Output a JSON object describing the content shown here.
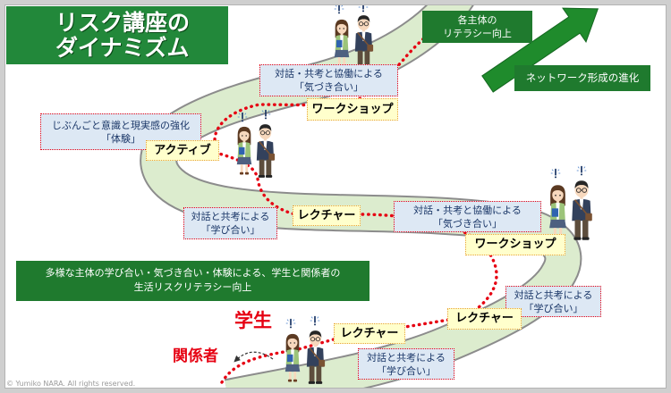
{
  "title": {
    "line1": "リスク講座の",
    "line2": "ダイナミズム"
  },
  "goal": {
    "line1": "各主体の",
    "line2": "リテラシー向上"
  },
  "network": {
    "label": "ネットワーク形成の進化"
  },
  "summary": {
    "line1": "多様な主体の学び合い・気づき合い・体験による、学生と関係者の",
    "line2": "生活リスクリテラシー向上"
  },
  "stages": [
    {
      "label": "レクチャー",
      "note_line1": "対話と共考による",
      "note_line2": "「学び合い」"
    },
    {
      "label": "レクチャー",
      "note_line1": "対話と共考による",
      "note_line2": "「学び合い」"
    },
    {
      "label": "ワークショップ",
      "note_line1": "対話・共考と協働による",
      "note_line2": "「気づき合い」"
    },
    {
      "label": "レクチャー",
      "note_line1": "対話と共考による",
      "note_line2": "「学び合い」"
    },
    {
      "label": "アクティブ",
      "note_line1": "じぶんごと意識と現実感の強化",
      "note_line2": "「体験」"
    },
    {
      "label": "ワークショップ",
      "note_line1": "対話・共考と協働による",
      "note_line2": "「気づき合い」"
    }
  ],
  "actors": {
    "students": "学生",
    "stakeholders": "関係者"
  },
  "copyright": "© Yumiko NARA. All rights reserved.",
  "icons": {
    "growth_arrow": "arrow-up-right-icon",
    "insight_mark": "exclamation-icon",
    "woman_figure": "woman-student-figure",
    "man_figure": "man-student-figure"
  },
  "colors": {
    "title-green": "#22883a",
    "dark-green": "#1f7a2e",
    "note-bg": "#dde8f4",
    "label-bg": "#ffffcc",
    "accent-red": "#e60012",
    "road": "#dcecce"
  }
}
